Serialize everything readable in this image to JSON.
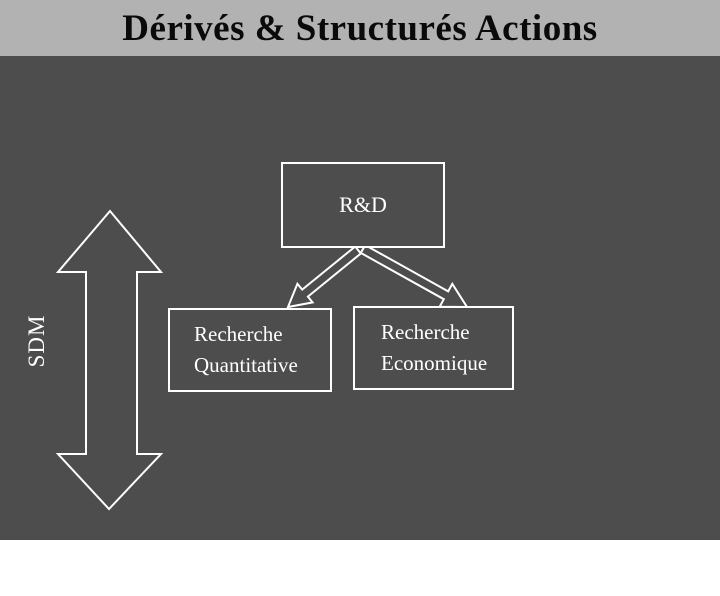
{
  "slide": {
    "title": "Dérivés & Structurés Actions"
  },
  "colors": {
    "header_bg": "#b2b2b2",
    "body_bg": "#4d4d4d",
    "title_text": "#0a0a0a",
    "diagram_lines_and_text": "#ffffff"
  },
  "diagram": {
    "side_label": "SDM",
    "root_box": {
      "label": "R&D"
    },
    "children": [
      {
        "lines": [
          "Recherche",
          "Quantitative"
        ]
      },
      {
        "lines": [
          "Recherche",
          "Economique"
        ]
      }
    ]
  }
}
